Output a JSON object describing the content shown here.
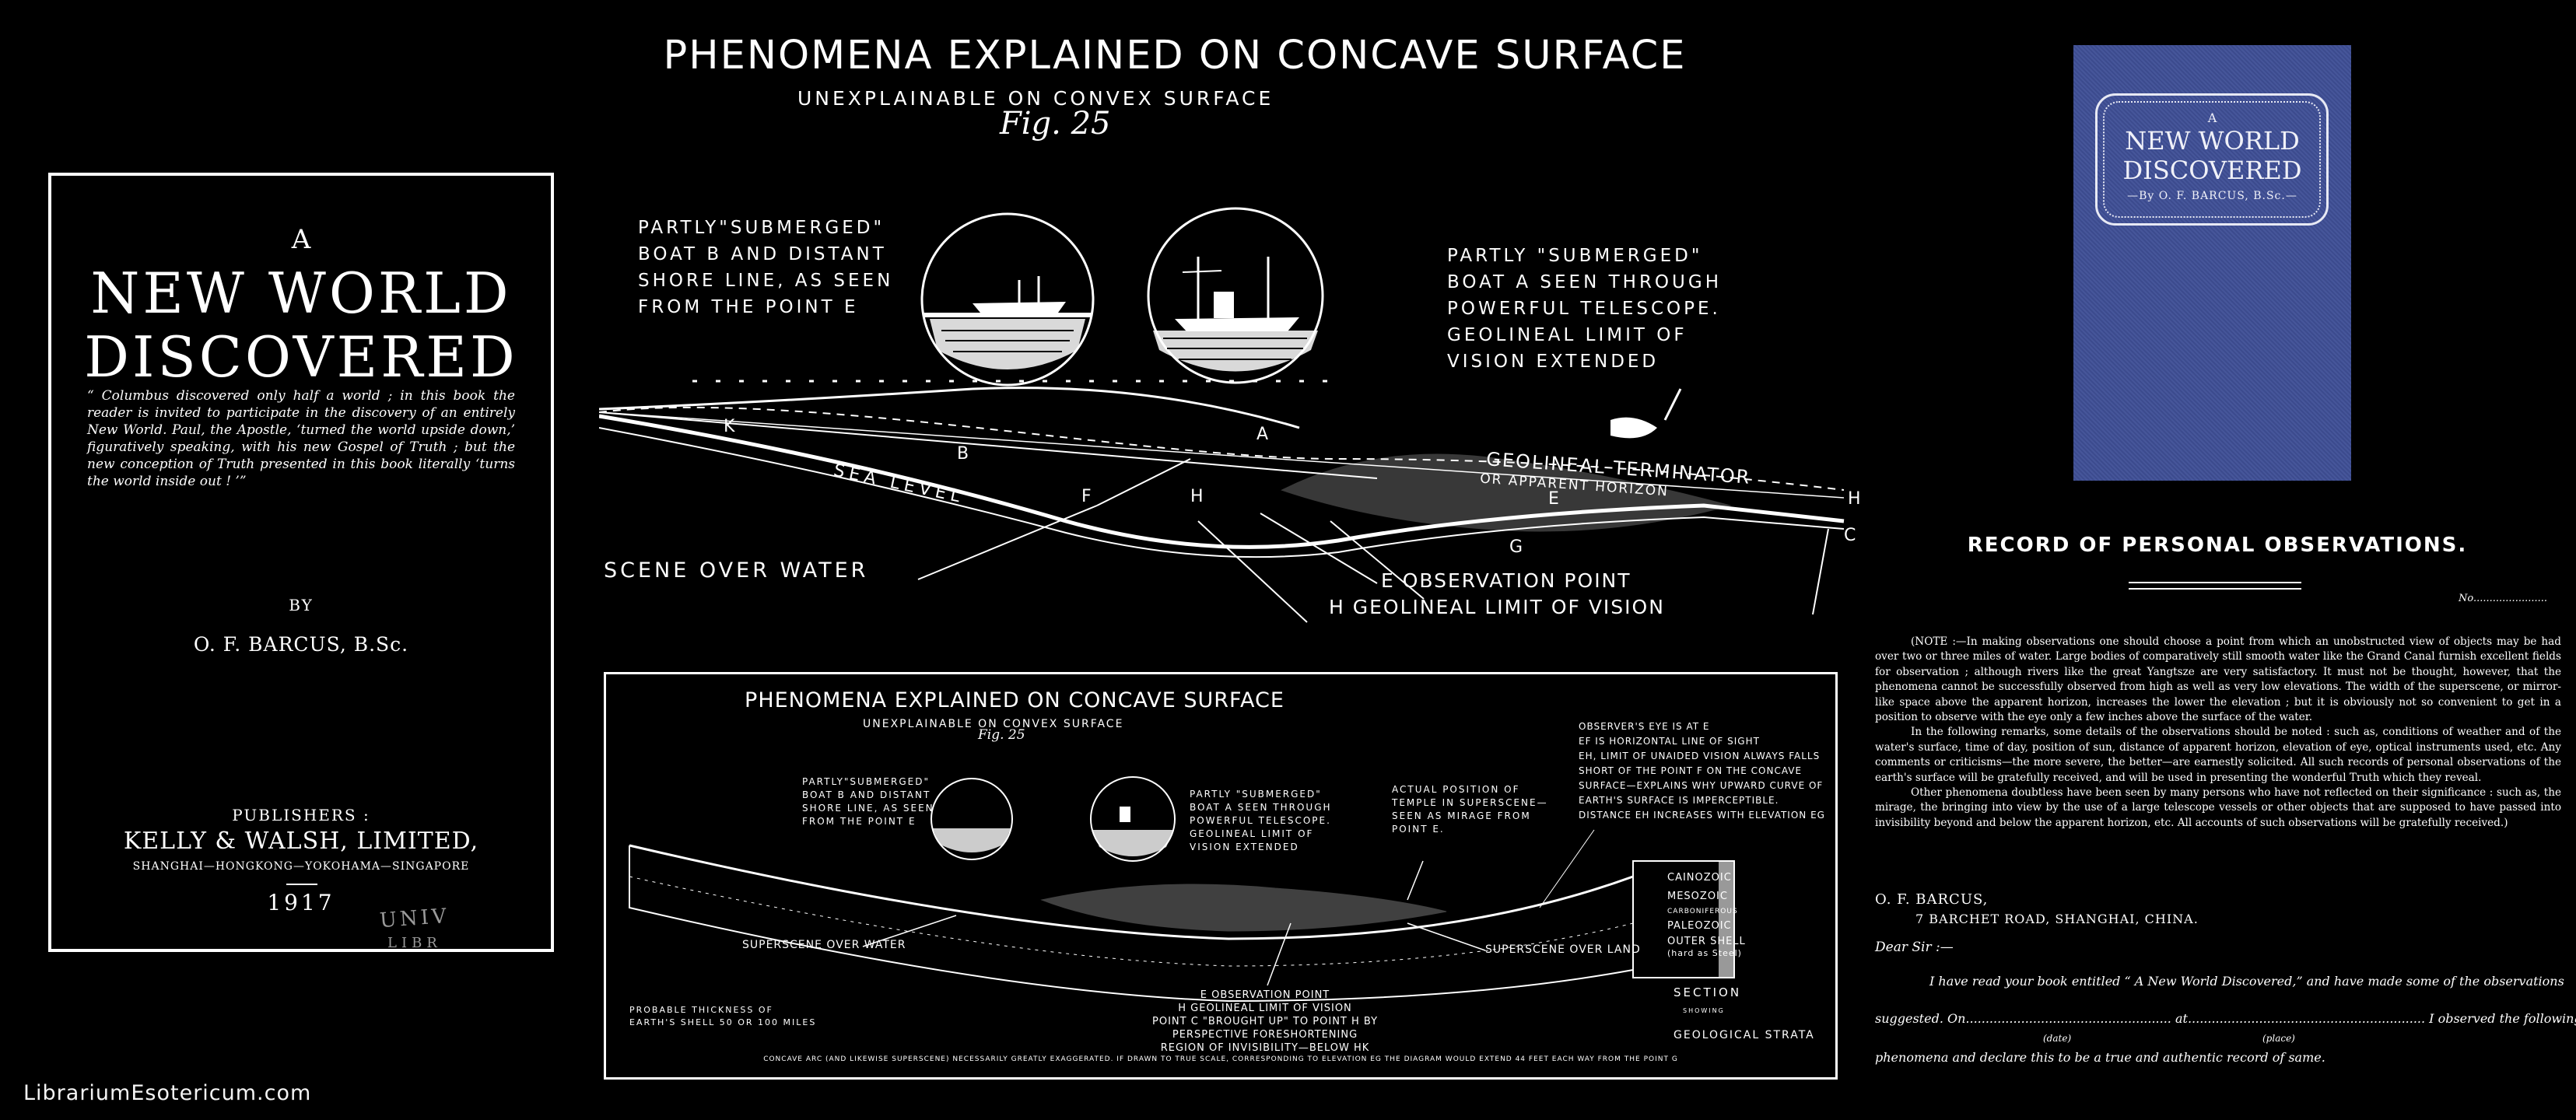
{
  "title_page": {
    "a": "A",
    "title_line1": "NEW WORLD",
    "title_line2": "DISCOVERED",
    "quote": "“ Columbus discovered only half a world ; in this book the reader is invited to participate in the discovery of an entirely New World. Paul, the Apostle, ‘turned the world upside down,’ figuratively speaking, with his new Gospel of Truth ; but the new conception of Truth presented in this book literally ‘turns the world inside out ! ’”",
    "by": "BY",
    "author": "O. F. BARCUS, B.Sc.",
    "publishers_label": "PUBLISHERS :",
    "publisher_name": "KELLY & WALSH, LIMITED,",
    "cities": "SHANGHAI—HONGKONG—YOKOHAMA—SINGAPORE",
    "year": "1917",
    "stamp_line1": "UNIV",
    "stamp_line2": "LIBR"
  },
  "figure_main": {
    "title": "PHENOMENA EXPLAINED ON CONCAVE SURFACE",
    "subtitle": "UNEXPLAINABLE ON CONVEX SURFACE",
    "fig_number": "Fig. 25",
    "label_boat_b": [
      "PARTLY\"SUBMERGED\"",
      "BOAT B AND DISTANT",
      "SHORE LINE, AS SEEN",
      "FROM THE POINT E"
    ],
    "label_boat_a": [
      "PARTLY \"SUBMERGED\"",
      "BOAT A SEEN THROUGH",
      "POWERFUL TELESCOPE.",
      "GEOLINEAL LIMIT OF",
      "VISION EXTENDED"
    ],
    "scene_over_water": "SCENE OVER WATER",
    "observation_point": "E OBSERVATION POINT",
    "geolineal_limit": "H GEOLINEAL LIMIT OF VISION",
    "geolineal_terminator": "GEOLINEAL TERMINATOR",
    "apparent_horizon": "OR APPARENT HORIZON",
    "sea_level": "SEA LEVEL",
    "point_labels": {
      "k": "K",
      "b": "B",
      "a": "A",
      "e": "E",
      "h": "H",
      "g": "G",
      "c": "C",
      "h2": "H",
      "f": "F"
    }
  },
  "figure_lower": {
    "title": "PHENOMENA EXPLAINED ON CONCAVE SURFACE",
    "subtitle": "UNEXPLAINABLE ON CONVEX SURFACE",
    "fig_number": "Fig. 25",
    "label_boat_b": [
      "PARTLY\"SUBMERGED\"",
      "BOAT B AND DISTANT",
      "SHORE LINE, AS SEEN",
      "FROM THE POINT E"
    ],
    "label_boat_a": [
      "PARTLY \"SUBMERGED\"",
      "BOAT A SEEN THROUGH",
      "POWERFUL TELESCOPE.",
      "GEOLINEAL LIMIT OF",
      "VISION EXTENDED"
    ],
    "label_temple": [
      "ACTUAL POSITION OF",
      "TEMPLE IN SUPERSCENE—",
      "SEEN AS MIRAGE FROM",
      "POINT E."
    ],
    "observer_notes": [
      "OBSERVER'S EYE IS AT E",
      "EF IS HORIZONTAL LINE OF SIGHT",
      "EH, LIMIT OF UNAIDED VISION ALWAYS FALLS",
      "SHORT OF THE POINT F ON THE CONCAVE",
      "SURFACE—EXPLAINS WHY UPWARD CURVE OF",
      "EARTH'S SURFACE IS IMPERCEPTIBLE.",
      "DISTANCE EH INCREASES WITH ELEVATION EG"
    ],
    "superscene_water": "SUPERSCENE OVER WATER",
    "superscene_land": "SUPERSCENE OVER LAND",
    "e_notes": [
      "E OBSERVATION POINT",
      "H GEOLINEAL LIMIT OF VISION",
      "POINT C \"BROUGHT UP\" TO POINT H BY",
      "PERSPECTIVE FORESHORTENING",
      "REGION OF INVISIBILITY—BELOW HK"
    ],
    "thickness": [
      "PROBABLE THICKNESS OF",
      "EARTH'S SHELL 50 OR 100 MILES"
    ],
    "layers": [
      "CAINOZOIC",
      "MESOZOIC",
      "CARBONIFEROUS",
      "PALEOZOIC",
      "OUTER SHELL",
      "(hard as Steel)"
    ],
    "section": "SECTION",
    "showing": "SHOWING",
    "strata": "GEOLOGICAL STRATA",
    "footnote": "CONCAVE ARC (AND LIKEWISE SUPERSCENE) NECESSARILY GREATLY EXAGGERATED.        IF DRAWN TO TRUE SCALE, CORRESPONDING TO ELEVATION EG THE DIAGRAM WOULD EXTEND 44 FEET EACH WAY FROM THE POINT G"
  },
  "book_cover": {
    "a": "A",
    "title_line1": "NEW WORLD",
    "title_line2": "DISCOVERED",
    "author": "—By O. F. BARCUS, B.Sc.—",
    "color": "#3f4f96"
  },
  "record": {
    "title": "RECORD OF PERSONAL OBSERVATIONS.",
    "no": "No.......................",
    "paragraphs": [
      "(NOTE :—In making observations one should choose a point from which an unobstructed view of objects may be had over two or three miles of water. Large bodies of comparatively still smooth water like the Grand Canal furnish excellent fields for observation ; although rivers like the great Yangtsze are very satisfactory. It must not be thought, however, that the phenomena cannot be successfully observed from high as well as very low elevations. The width of the superscene, or mirror-like space above the apparent horizon, increases the lower the elevation ; but it is obviously not so convenient to get in a position to observe with the eye only a few inches above the surface of the water.",
      "In the following remarks, some details of the observations should be noted : such as, conditions of weather and of the water's surface, time of day, position of sun, distance of apparent horizon, elevation of eye, optical instruments used, etc. Any comments or criticisms—the more severe, the better—are earnestly solicited. All such records of personal observations of the earth's surface will be gratefully received, and will be used in presenting the wonderful Truth which they reveal.",
      "Other phenomena doubtless have been seen by many persons who have not reflected on their significance : such as, the mirage, the bringing into view by the use of a large telescope vessels or other objects that are supposed to have passed into invisibility beyond and below the apparent horizon, etc. All accounts of such observations will be gratefully received.)"
    ],
    "name": "O. F. BARCUS,",
    "address": "7 BARCHET ROAD, SHANGHAI, CHINA.",
    "dear": "Dear Sir :—",
    "line1": "I have read your book entitled “ A New World Discovered,” and have made some of the observations",
    "line2": "suggested. On.................................................... at............................................................ I observed the following",
    "date_label": "(date)",
    "place_label": "(place)",
    "line3": "phenomena and declare this to be a true and authentic record of same."
  },
  "watermark": "LibrariumEsotericum.com"
}
